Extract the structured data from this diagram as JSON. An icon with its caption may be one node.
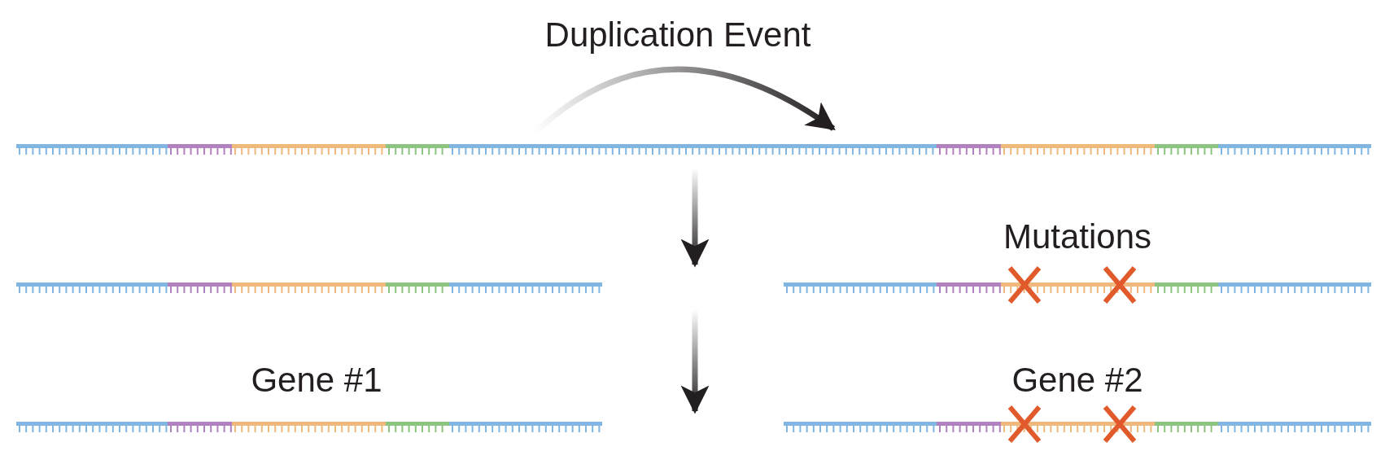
{
  "diagram": {
    "labels": [
      "Duplication Event",
      "Mutations",
      "Gene #1",
      "Gene #2"
    ]
  }
}
